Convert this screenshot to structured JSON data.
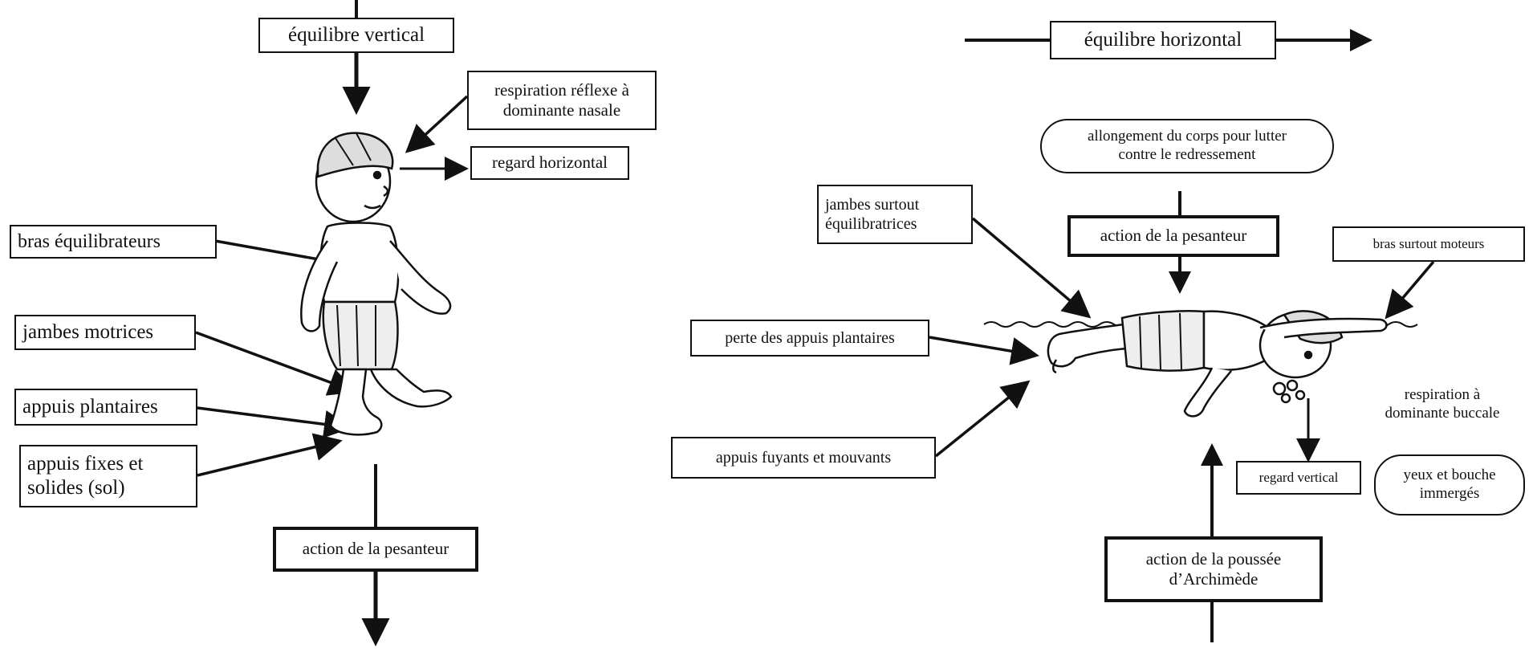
{
  "left": {
    "equilibre": "équilibre vertical",
    "respiration": "respiration réflexe à\ndominante nasale",
    "regard": "regard horizontal",
    "bras": "bras équilibrateurs",
    "jambes": "jambes motrices",
    "appuis_plantaires": "appuis plantaires",
    "appuis_fixes": "appuis fixes et\nsolides (sol)",
    "pesanteur": "action de la pesanteur"
  },
  "right": {
    "equilibre": "équilibre horizontal",
    "allongement": "allongement du corps pour lutter\ncontre le redressement",
    "jambes": "jambes surtout\néquilibratrices",
    "pesanteur": "action de la pesanteur",
    "bras": "bras surtout moteurs",
    "perte": "perte des appuis plantaires",
    "appuis_fuyants": "appuis fuyants et mouvants",
    "respiration": "respiration à\ndominante buccale",
    "regard": "regard vertical",
    "yeux": "yeux et bouche\nimmergés",
    "poussee": "action de la poussée\nd’Archimède"
  },
  "icons": {
    "standing_child": "standing-child-icon",
    "floating_child": "floating-child-icon"
  },
  "colors": {
    "ink": "#111111",
    "paper": "#ffffff"
  }
}
